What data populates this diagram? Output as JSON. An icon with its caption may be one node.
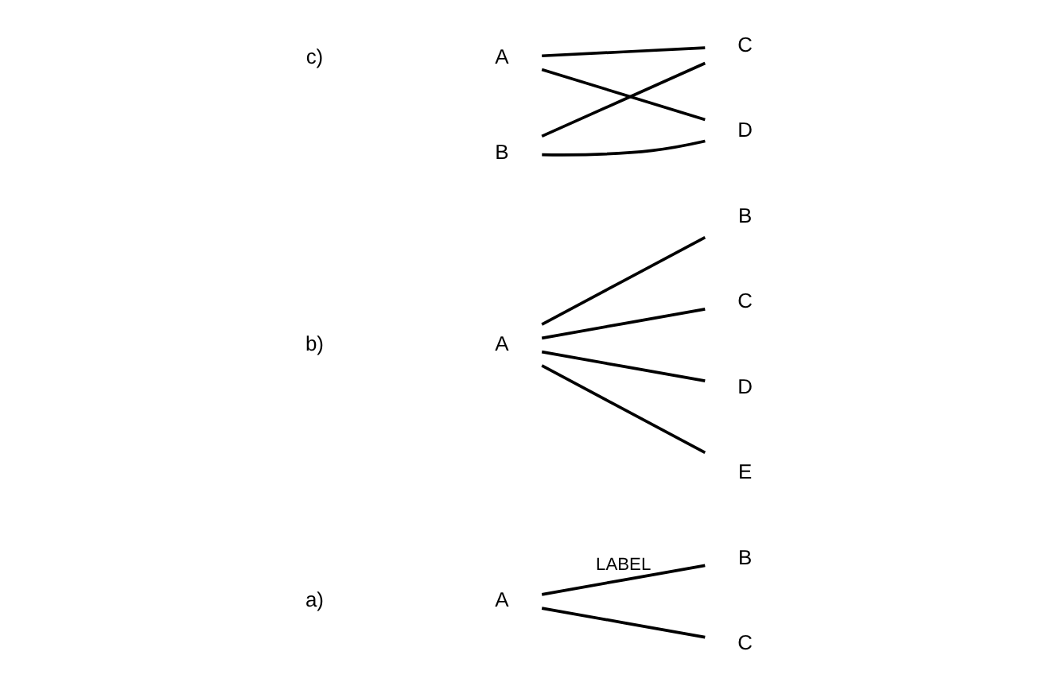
{
  "diagram": {
    "nodes": [
      {
        "text": [
          "A"
        ]
      },
      {
        "text": [
          "B"
        ]
      },
      {
        "text": [
          "C"
        ]
      },
      {
        "text": [
          "A"
        ]
      },
      {
        "text": [
          "B"
        ]
      },
      {
        "text": [
          "C"
        ]
      },
      {
        "text": [
          "D"
        ]
      },
      {
        "text": [
          "E"
        ]
      },
      {
        "text": [
          "A"
        ]
      },
      {
        "text": [
          "B"
        ]
      },
      {
        "text": [
          "C"
        ]
      },
      {
        "text": [
          "D"
        ]
      }
    ],
    "edges": [
      {
        "from": 0,
        "to": 1,
        "arrow": "none",
        "label": "LABEL"
      },
      {
        "from": 0,
        "to": 2,
        "arrow": "none"
      },
      {
        "from": 3,
        "to": 4,
        "arrow": "none"
      },
      {
        "from": 3,
        "to": 5,
        "arrow": "none"
      },
      {
        "from": 3,
        "to": 6,
        "arrow": "none"
      },
      {
        "from": 3,
        "to": 7,
        "arrow": "none"
      },
      {
        "from": 8,
        "to": 10,
        "arrow": "none"
      },
      {
        "from": 8,
        "to": 11,
        "arrow": "none"
      },
      {
        "from": 9,
        "to": 10,
        "arrow": "none"
      },
      {
        "from": 9,
        "to": 11,
        "arrow": "none"
      }
    ],
    "labels": [
      "a)",
      "b)",
      "c)"
    ]
  }
}
